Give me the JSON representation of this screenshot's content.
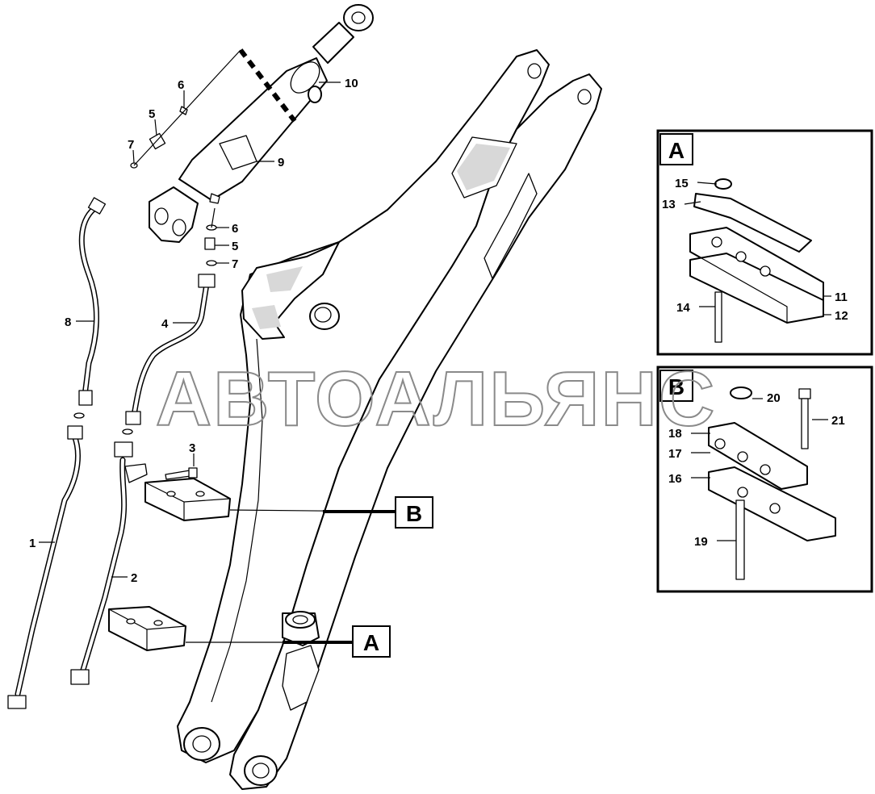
{
  "watermark": "АВТОАЛЬЯНС",
  "detail_tags": {
    "a": "A",
    "b": "B"
  },
  "inset_a": {
    "title": "A",
    "callouts": [
      "15",
      "13",
      "11",
      "12",
      "14"
    ]
  },
  "inset_b": {
    "title": "B",
    "callouts": [
      "20",
      "21",
      "18",
      "17",
      "16",
      "19"
    ]
  },
  "main_callouts": {
    "c10": "10",
    "c9": "9",
    "c6_top": "6",
    "c5_top": "5",
    "c7_top": "7",
    "c6_mid": "6",
    "c5_mid": "5",
    "c7_mid": "7",
    "c8": "8",
    "c4": "4",
    "c3": "3",
    "c1": "1",
    "c2": "2"
  }
}
